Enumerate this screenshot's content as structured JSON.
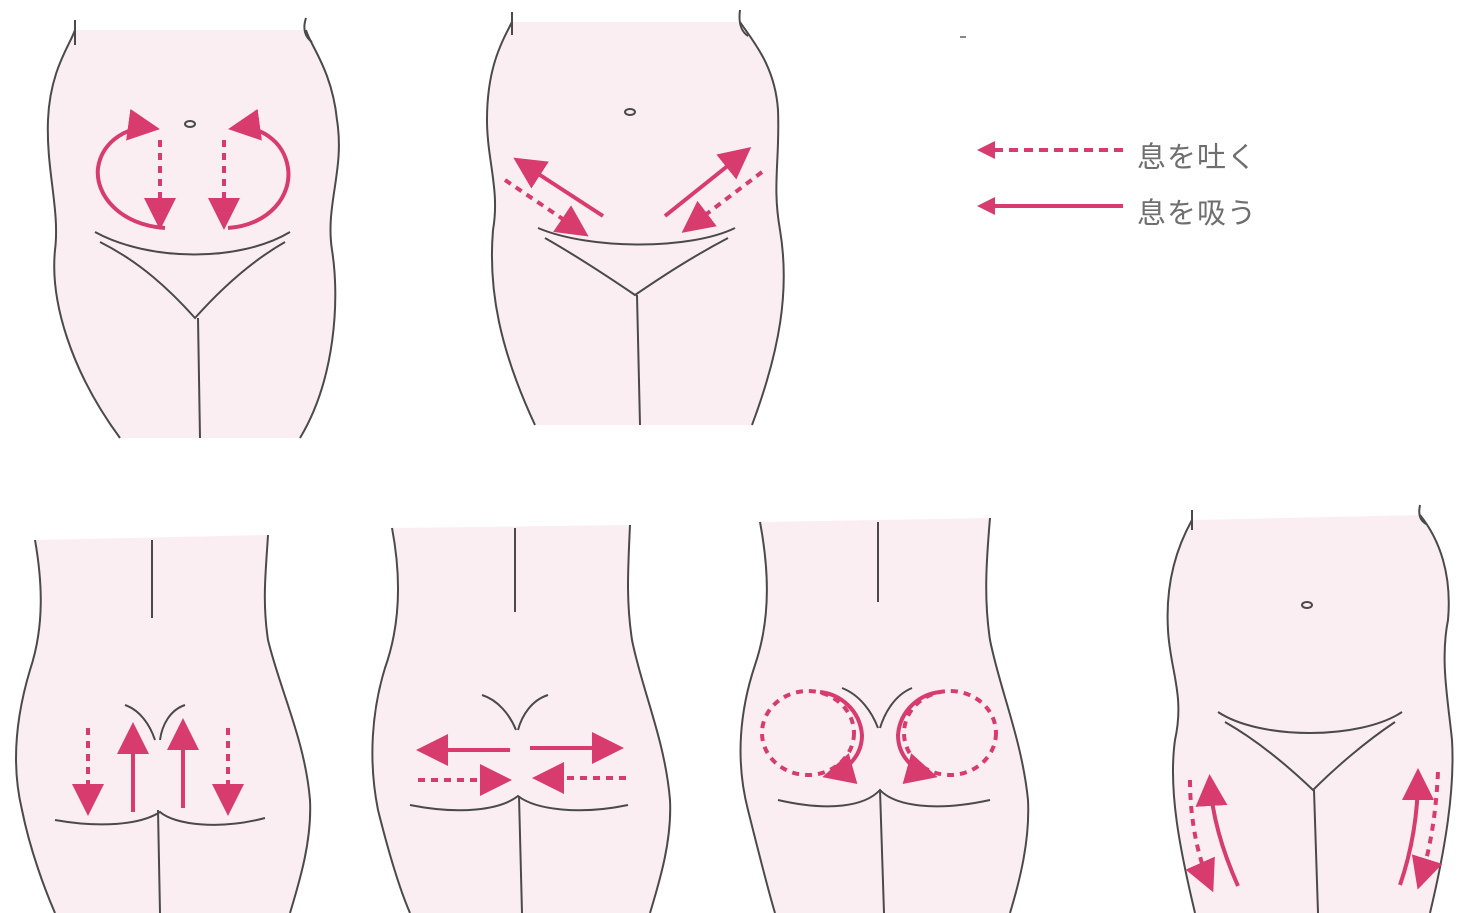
{
  "legend": {
    "exhale_label": "息を吐く",
    "inhale_label": "息を吸う"
  },
  "colors": {
    "arrow": "#d83c6e",
    "body_fill": "#fbeef3",
    "outline": "#4a4a4a"
  },
  "figures": [
    {
      "id": "front-abdomen-circles",
      "view": "front"
    },
    {
      "id": "front-abdomen-diagonals",
      "view": "front"
    },
    {
      "id": "back-hips-vertical",
      "view": "back"
    },
    {
      "id": "back-hips-horizontal",
      "view": "back"
    },
    {
      "id": "back-hips-circles",
      "view": "back"
    },
    {
      "id": "front-thighs-sides",
      "view": "front"
    }
  ]
}
